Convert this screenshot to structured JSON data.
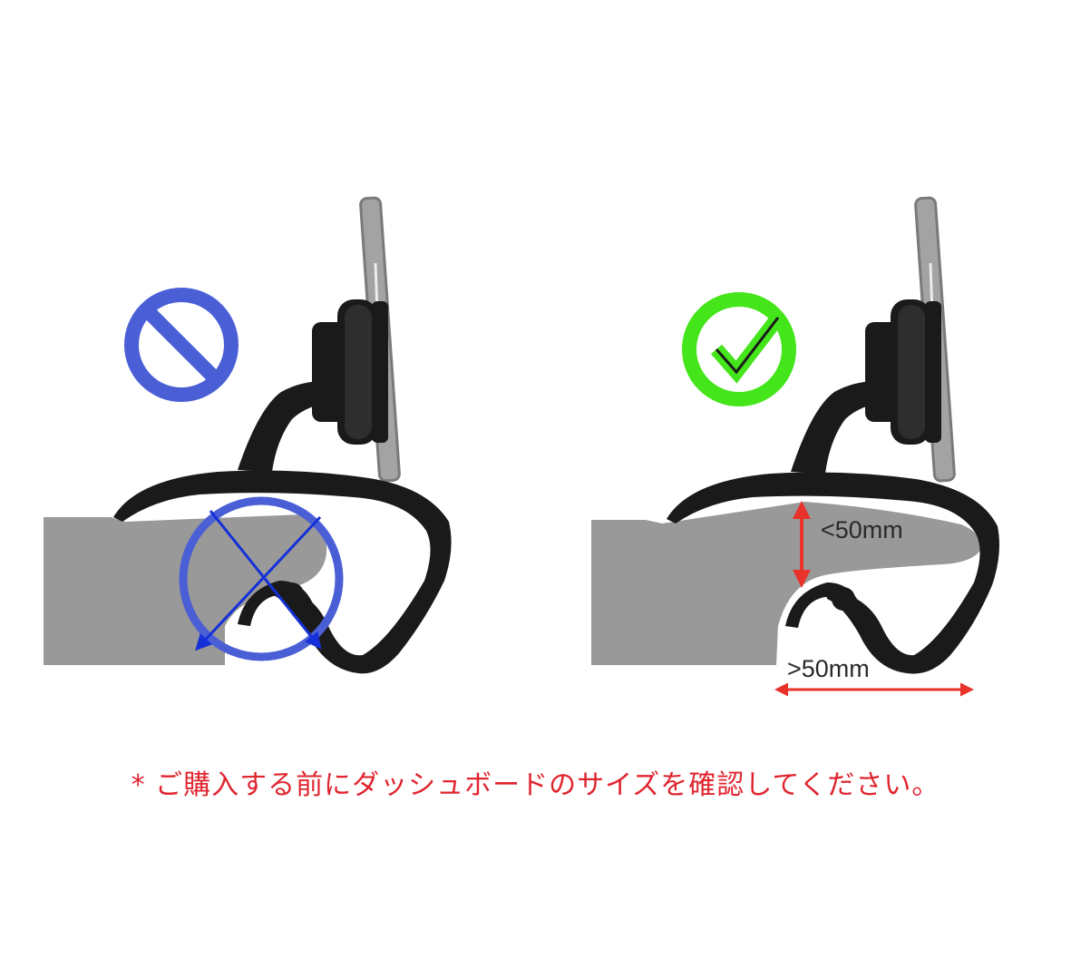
{
  "panels": [
    {
      "verdict": "incorrect",
      "status_icon": "prohibited-icon",
      "status_color": "#4a5fd6",
      "diagram_icon": "cross-icon"
    },
    {
      "verdict": "correct",
      "status_icon": "checkmark-icon",
      "status_color": "#44e51a",
      "height_label": "<50mm",
      "depth_label": ">50mm",
      "arrow_color": "#e8322a"
    }
  ],
  "notice": "* ご購入する前にダッシュボードのサイズを確認してください。",
  "colors": {
    "dashboard": "#999999",
    "mount": "#1a1a1a",
    "phone": "#a3a3a3"
  }
}
